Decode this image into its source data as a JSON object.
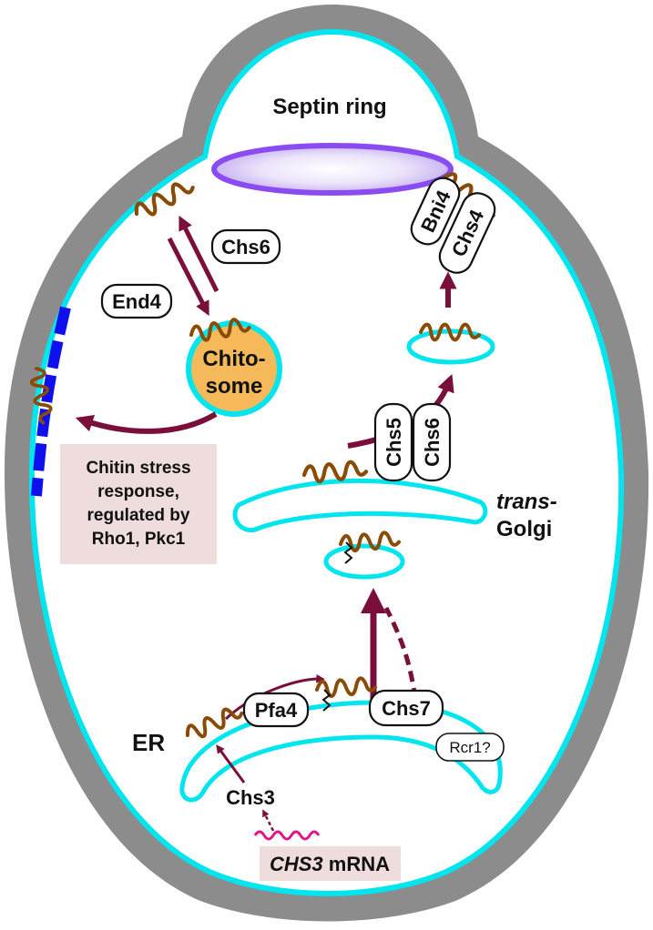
{
  "labels": {
    "septin_ring": "Septin ring",
    "chs6_top": "Chs6",
    "end4": "End4",
    "chitosome_line1": "Chito-",
    "chitosome_line2": "some",
    "bni4": "Bni4",
    "chs4": "Chs4",
    "chs5": "Chs5",
    "chs6_exomer": "Chs6",
    "trans": "trans-",
    "golgi": "Golgi",
    "stress_line1": "Chitin stress",
    "stress_line2": "response,",
    "stress_line3": "regulated by",
    "stress_line4": "Rho1, Pkc1",
    "pfa4": "Pfa4",
    "chs7": "Chs7",
    "rcr1": "Rcr1?",
    "er": "ER",
    "chs3": "Chs3",
    "mrna_gene": "CHS3",
    "mrna_suffix": " mRNA"
  },
  "colors": {
    "cell_wall": "#8c8c8c",
    "membrane": "#00e5ee",
    "arrow": "#7a0f3c",
    "protein": "#8a4b06",
    "chitosome_fill": "#f5b95a",
    "stress_box": "#efdcdc",
    "septin": "#8a4cf0",
    "chitin_patch": "#1010ee",
    "mrna": "#e0158a"
  }
}
